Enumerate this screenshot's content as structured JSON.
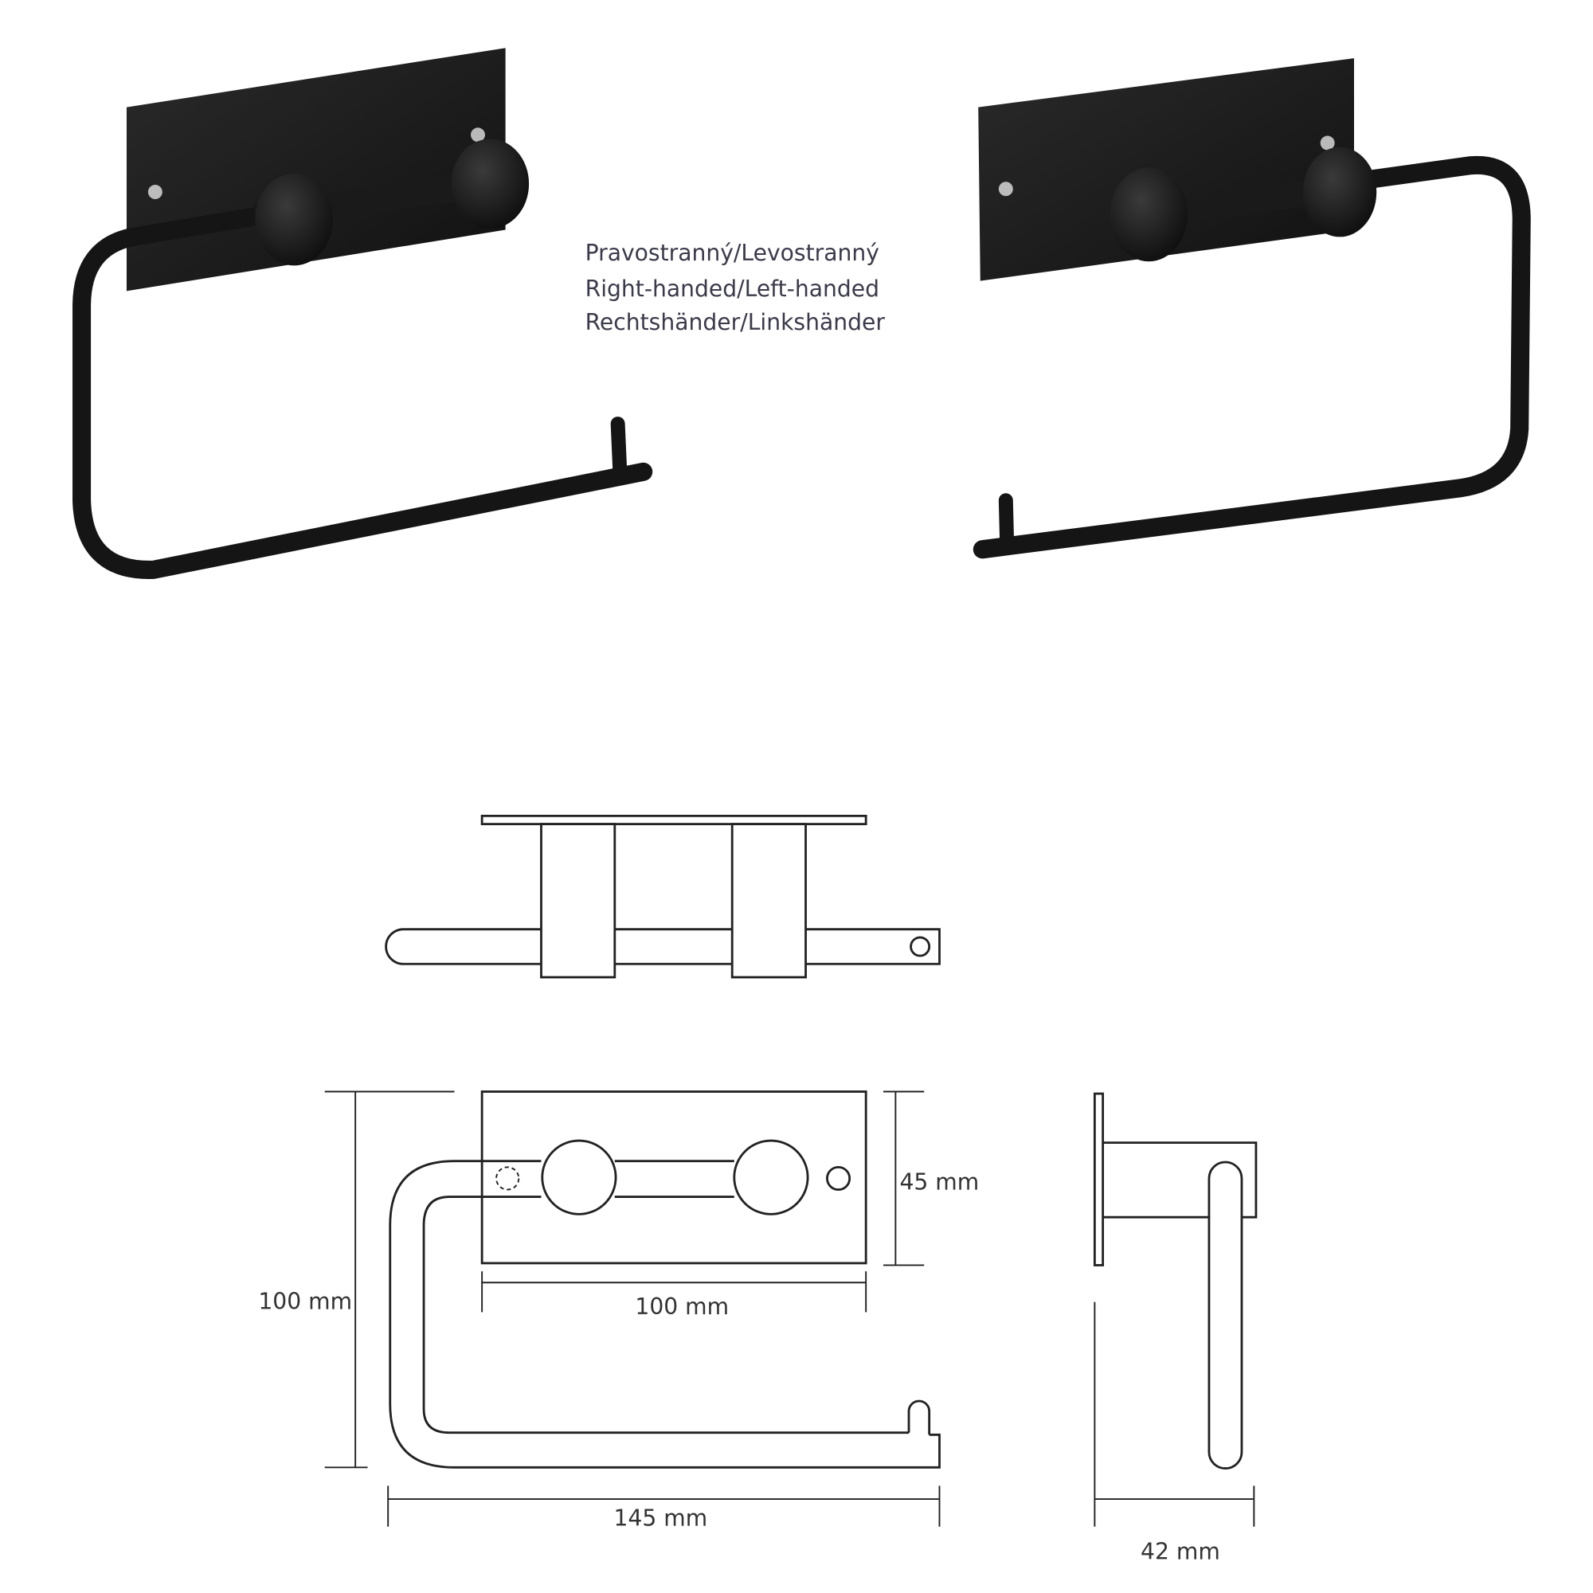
{
  "caption": {
    "line1": "Pravostranný/Levostranný",
    "line2": "Right-handed/Left-handed",
    "line3": "Rechtshänder/Linkshänder"
  },
  "dimensions": {
    "total_height": "100 mm",
    "plate_height": "45 mm",
    "plate_width": "100 mm",
    "total_width": "145 mm",
    "depth": "42 mm"
  },
  "colors": {
    "product": "#1c1c1c",
    "line": "#222222",
    "text": "#3a3a4a"
  }
}
